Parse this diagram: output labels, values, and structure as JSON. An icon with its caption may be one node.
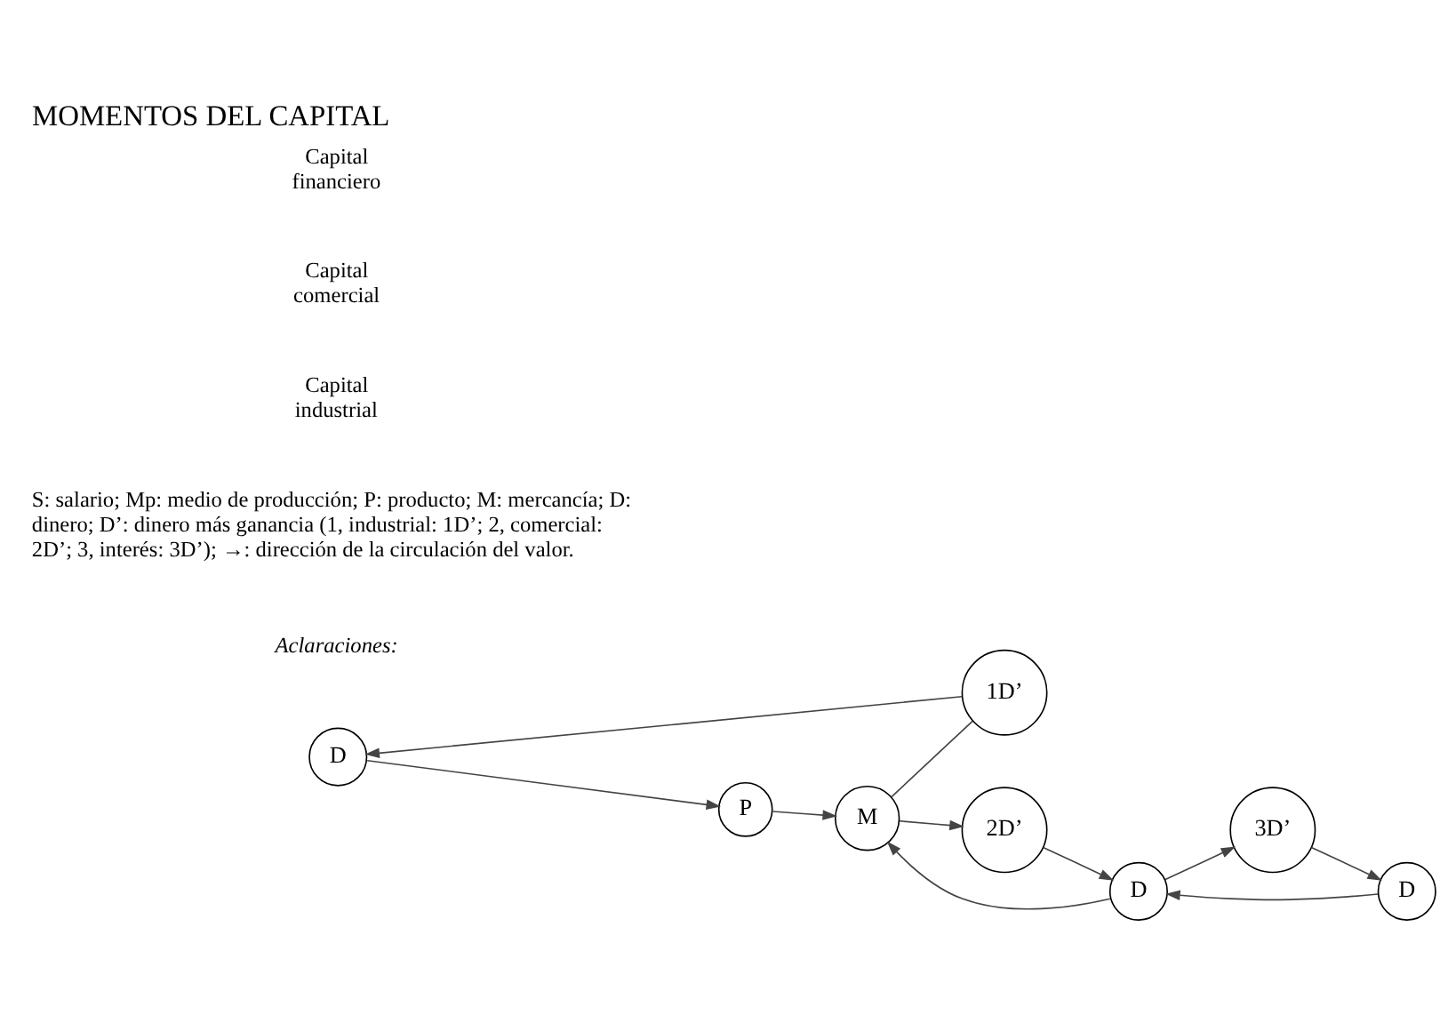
{
  "diagram": {
    "title": "MOMENTOS DEL CAPITAL",
    "nodes": [
      {
        "text": [
          "D"
        ]
      },
      {
        "text": [
          "P"
        ]
      },
      {
        "text": [
          "M"
        ]
      },
      {
        "text": [
          "1D’"
        ]
      },
      {
        "text": [
          "D"
        ]
      },
      {
        "text": [
          "2D’"
        ]
      },
      {
        "text": [
          "3D’"
        ]
      },
      {
        "text": [
          "D"
        ]
      }
    ],
    "edges": [
      {
        "from": 0,
        "to": 1,
        "arrow": "to"
      },
      {
        "from": 1,
        "to": 2,
        "arrow": "to"
      },
      {
        "from": 2,
        "to": 3,
        "arrow": "none"
      },
      {
        "from": 3,
        "to": 0,
        "arrow": "to"
      },
      {
        "from": 4,
        "to": 2,
        "arrow": "to"
      },
      {
        "from": 2,
        "to": 5,
        "arrow": "to"
      },
      {
        "from": 5,
        "to": 4,
        "arrow": "to"
      },
      {
        "from": 7,
        "to": 4,
        "arrow": "to"
      },
      {
        "from": 4,
        "to": 6,
        "arrow": "to"
      },
      {
        "from": 6,
        "to": 7,
        "arrow": "to"
      }
    ],
    "labels": [
      "Aclaraciones:",
      "S: salario; Mp: medio de producción; P: producto; M: mercancía; D: dinero; D’: dinero más ganancia (1, industrial: 1D’; 2, comercial: 2D’; 3, interés: 3D’); →: dirección de la circulación del valor.",
      "Capital industrial",
      "Capital comercial",
      "Capital financiero"
    ]
  }
}
